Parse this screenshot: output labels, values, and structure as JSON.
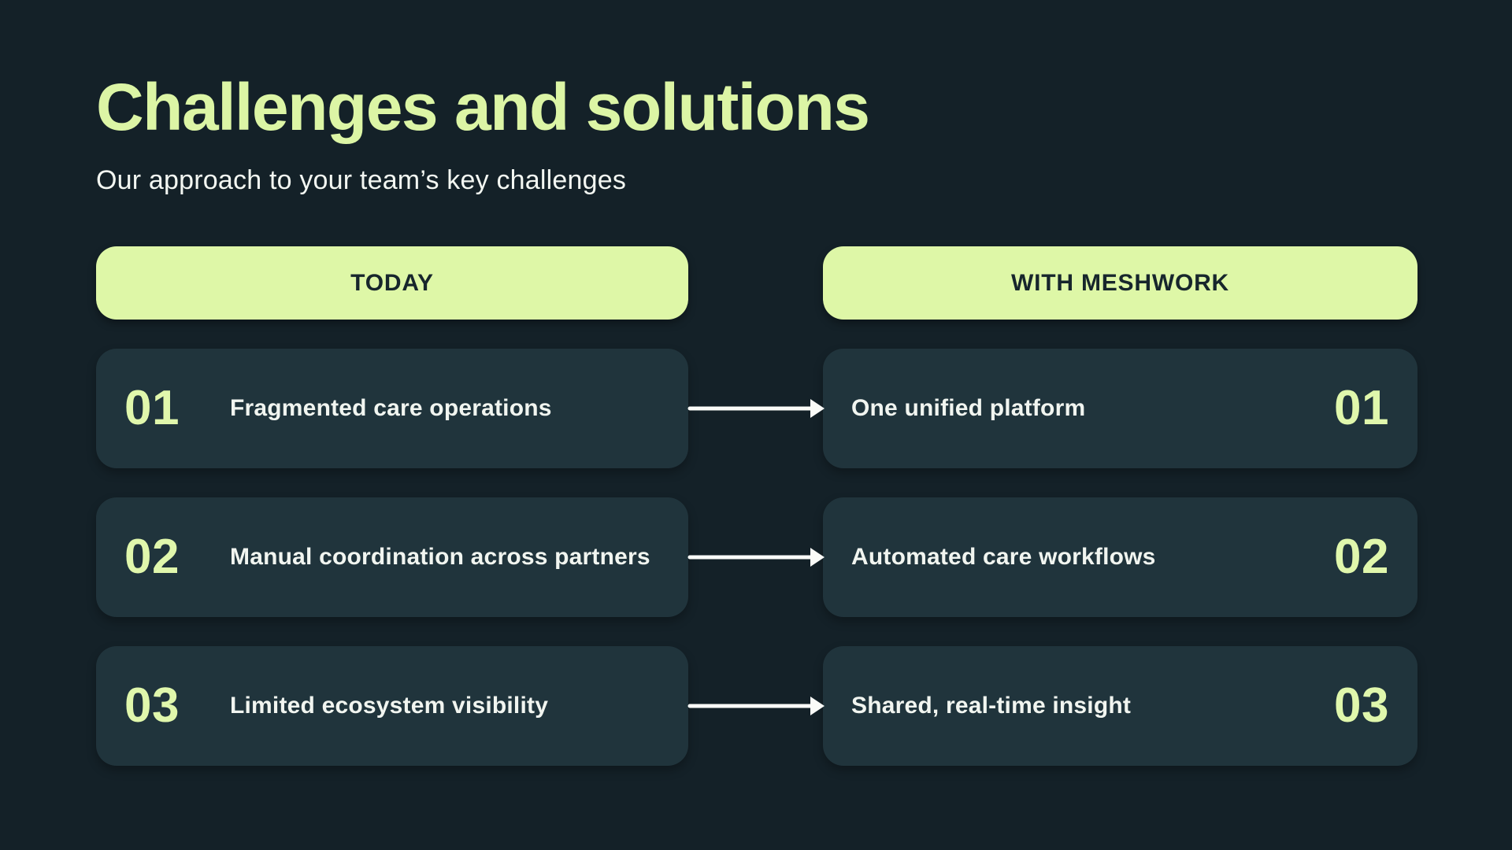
{
  "slide": {
    "title": "Challenges and solutions",
    "subtitle": "Our approach to your team’s key challenges"
  },
  "columns": {
    "today": {
      "header": "TODAY"
    },
    "meshwork": {
      "header": "WITH MESHWORK"
    }
  },
  "rows": [
    {
      "number_left": "01",
      "number_right": "01",
      "challenge": "Fragmented care operations",
      "solution": "One unified platform"
    },
    {
      "number_left": "02",
      "number_right": "02",
      "challenge": "Manual coordination across partners",
      "solution": "Automated care workflows"
    },
    {
      "number_left": "03",
      "number_right": "03",
      "challenge": "Limited ecosystem visibility",
      "solution": "Shared, real-time insight"
    }
  ],
  "icons": {
    "arrow_right": "→"
  },
  "colors": {
    "background": "#142128",
    "card_background": "#20343c",
    "accent_green": "#def7a7",
    "title_green": "#dcf5a5",
    "number_green": "#e0f7ac",
    "pill_text": "#17262c",
    "body_text": "#f1f5f0",
    "arrow_white": "#fafbf8"
  }
}
